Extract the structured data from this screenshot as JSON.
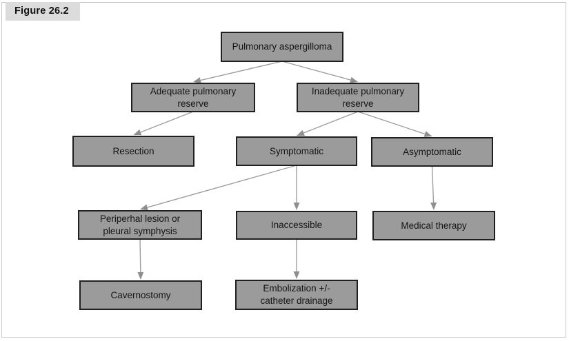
{
  "figure_label": "Figure 26.2",
  "diagram": {
    "title_node": "Pulmonary aspergilloma",
    "nodes": {
      "pulmonary_aspergilloma": {
        "label": "Pulmonary aspergilloma"
      },
      "adequate_reserve": {
        "label": "Adequate pulmonary\nreserve"
      },
      "inadequate_reserve": {
        "label": "Inadequate pulmonary\nreserve"
      },
      "resection": {
        "label": "Resection"
      },
      "symptomatic": {
        "label": "Symptomatic"
      },
      "asymptomatic": {
        "label": "Asymptomatic"
      },
      "peripheral_lesion": {
        "label": "Periperhal lesion or\npleural symphysis"
      },
      "inaccessible": {
        "label": "Inaccessible"
      },
      "medical_therapy": {
        "label": "Medical therapy"
      },
      "cavernostomy": {
        "label": "Cavernostomy"
      },
      "embolization": {
        "label": "Embolization +/-\ncatheter drainage"
      }
    },
    "edges": [
      {
        "from": "pulmonary_aspergilloma",
        "to": "adequate_reserve"
      },
      {
        "from": "pulmonary_aspergilloma",
        "to": "inadequate_reserve"
      },
      {
        "from": "adequate_reserve",
        "to": "resection"
      },
      {
        "from": "inadequate_reserve",
        "to": "symptomatic"
      },
      {
        "from": "inadequate_reserve",
        "to": "asymptomatic"
      },
      {
        "from": "symptomatic",
        "to": "peripheral_lesion"
      },
      {
        "from": "symptomatic",
        "to": "inaccessible"
      },
      {
        "from": "asymptomatic",
        "to": "medical_therapy"
      },
      {
        "from": "peripheral_lesion",
        "to": "cavernostomy"
      },
      {
        "from": "inaccessible",
        "to": "embolization"
      }
    ],
    "colors": {
      "node_fill": "#9b9b9b",
      "node_border": "#1f1f1f",
      "arrow_line": "#9e9e9e",
      "arrow_head": "#8f8f8f",
      "label_bg": "#dcdcdc",
      "frame_border": "#c6c6c6"
    }
  }
}
